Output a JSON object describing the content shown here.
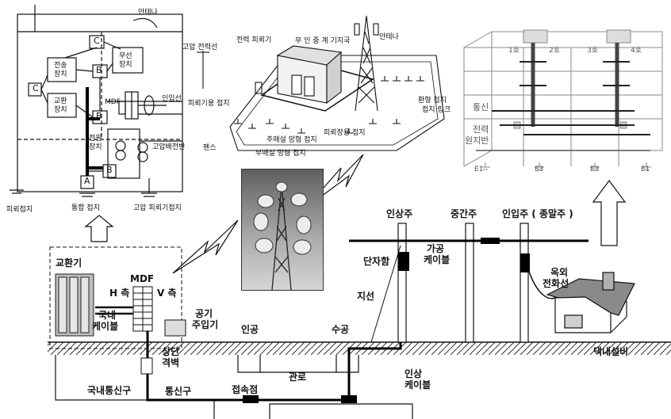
{
  "panel_exchange": {
    "antenna": "안테나",
    "box_c": "C",
    "box_b": "B",
    "box_a": "A",
    "transmission": [
      "전송",
      "장치"
    ],
    "radio": [
      "무선",
      "장치"
    ],
    "switching": [
      "교환",
      "장치"
    ],
    "mdf": "MDF",
    "incoming_line": "인입선",
    "power_device": [
      "전원",
      "장치"
    ],
    "high_voltage_panel": "고압배전반",
    "lightning_ground": "피뢰접지",
    "main_ground": "통합 접지",
    "noise_ground": "고압 피뢰기접지"
  },
  "panel_tower": {
    "hv_line": "고압 전력선",
    "power_arrester": "전력 피뢰기",
    "shelter": "무 인 중 계 기지국",
    "antenna": "안테나",
    "arrester_ground": "피뢰기용 접지",
    "perimeter_ground": "환형 접지",
    "ground_ring": "접지 링크",
    "lightning_ground": "피뢰장용 접지",
    "mesh_ground": "주매설 망형 접지",
    "fence": "펜스",
    "mesh_ground2": "부매설 망형 접지"
  },
  "panel_building": {
    "floors": [
      "1호",
      "2호",
      "3호",
      "4호"
    ],
    "comm": "통신",
    "power": "전력",
    "panel": "원지반",
    "grounds": [
      "E1",
      "E3",
      "E3",
      "E1"
    ]
  },
  "main": {
    "exchange": "교환기",
    "mdf": "MDF",
    "h_side": "H 측",
    "v_side": "V 측",
    "local_cable": [
      "국내",
      "케이블"
    ],
    "air_injector": [
      "공기",
      "주입기"
    ],
    "top_wall": [
      "상단",
      "격벽"
    ],
    "local_conduit": "국내통신구",
    "comm_conduit": "통신구",
    "manhole": "인공",
    "handhole": "수공",
    "duct": "관로",
    "junction": "접속점",
    "riser_pole": "인상주",
    "mid_pole": "중간주",
    "entry_pole": "인입주 ( 종말주 )",
    "terminal_box": "단자함",
    "aerial_cable": [
      "가공",
      "케이블"
    ],
    "guy_wire": "지선",
    "riser_cable": [
      "인상",
      "케이블"
    ],
    "drop_wire": [
      "옥외",
      "전화선"
    ],
    "premises": "댁내설비"
  }
}
